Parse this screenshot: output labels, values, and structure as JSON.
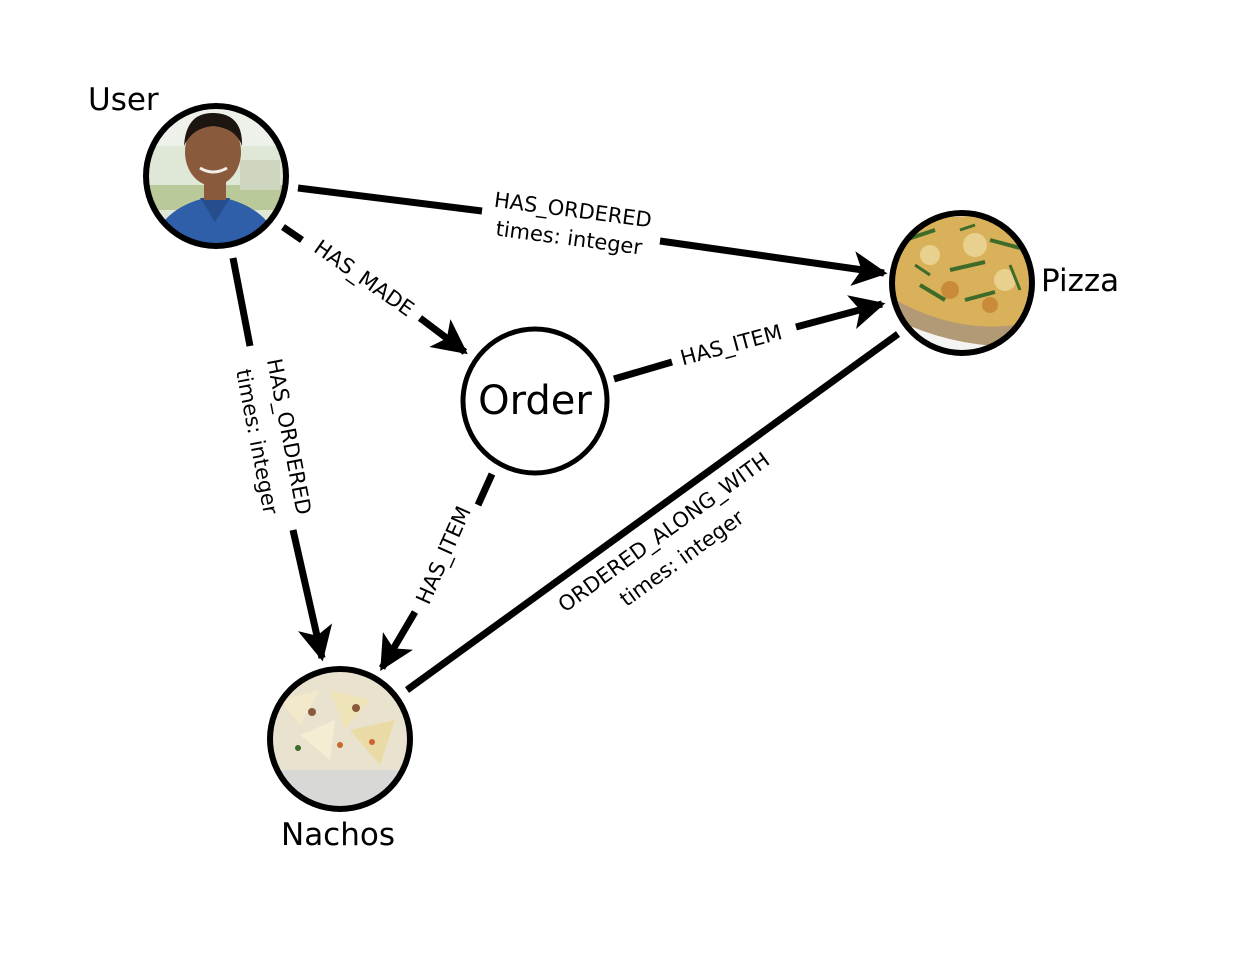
{
  "nodes": {
    "user": {
      "label": "User",
      "picture": "person-photo"
    },
    "pizza": {
      "label": "Pizza",
      "picture": "pizza-photo"
    },
    "nachos": {
      "label": "Nachos",
      "picture": "nachos-photo"
    },
    "order": {
      "label": "Order"
    }
  },
  "edges": {
    "user_pizza": {
      "type": "HAS_ORDERED",
      "property": "times: integer"
    },
    "user_order": {
      "type": "HAS_MADE"
    },
    "order_pizza": {
      "type": "HAS_ITEM"
    },
    "user_nachos": {
      "type": "HAS_ORDERED",
      "property": "times: integer"
    },
    "order_nachos": {
      "type": "HAS_ITEM"
    },
    "nachos_pizza": {
      "type": "ORDERED_ALONG_WITH",
      "property": "times: integer"
    }
  },
  "colors": {
    "ink": "#000000",
    "background": "#ffffff",
    "shirt": "#2f5fa8",
    "skin": "#8a5a3c",
    "pizza_crust": "#b39a76",
    "pizza_topping": "#d9b15a",
    "herb": "#3f6b2a",
    "nachos_base": "#e9e2cf"
  }
}
